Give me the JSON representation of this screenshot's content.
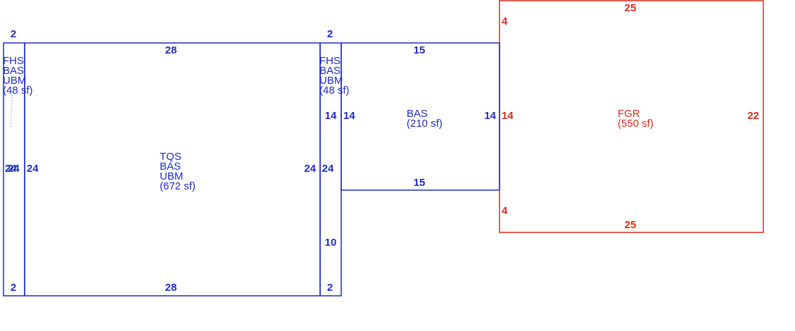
{
  "colors": {
    "main": "#1f2bc4",
    "garage": "#d92a1a"
  },
  "rooms": {
    "left_strip": {
      "lines": [
        "FHS",
        "BAS",
        "UBM",
        "(48 sf)"
      ]
    },
    "main": {
      "lines": [
        "TQS",
        "BAS",
        "UBM",
        "(672 sf)"
      ]
    },
    "right_strip": {
      "lines": [
        "FHS",
        "BAS",
        "UBM",
        "(48 sf)"
      ]
    },
    "bas": {
      "lines": [
        "BAS",
        "(210 sf)"
      ]
    },
    "garage": {
      "lines": [
        "FGR",
        "(550 sf)"
      ]
    }
  },
  "dimensions": {
    "left_strip_top": "2",
    "left_strip_bottom": "2",
    "left_strip_side_a": "24",
    "left_strip_side_b": "24",
    "main_top": "28",
    "main_bottom": "28",
    "main_left": "24",
    "main_right": "24",
    "right_strip_top": "2",
    "right_strip_bottom": "2",
    "right_strip_14": "14",
    "right_strip_24": "24",
    "right_strip_10": "10",
    "bas_top": "15",
    "bas_bottom": "15",
    "bas_left": "14",
    "bas_right": "14",
    "garage_top": "25",
    "garage_bottom": "25",
    "garage_left": "14",
    "garage_right": "22",
    "garage_step_top": "4",
    "garage_step_bottom": "4"
  }
}
